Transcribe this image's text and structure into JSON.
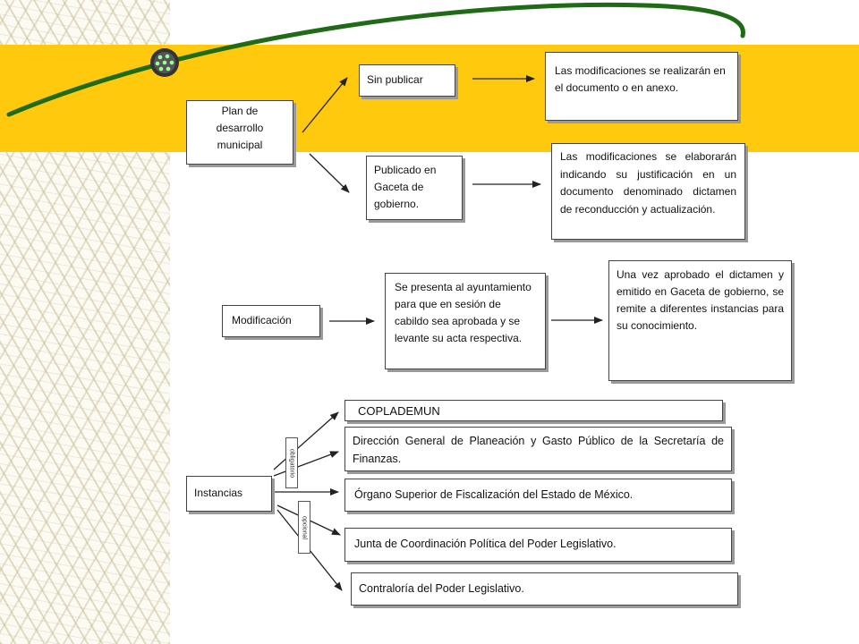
{
  "colors": {
    "band": "#ffc90e",
    "swoosh": "#1f6b16",
    "line": "#222222"
  },
  "icons": {
    "logo": "green-dots-circle-icon"
  },
  "boxes": {
    "plan": "Plan de desarrollo municipal",
    "sin_publicar": "Sin publicar",
    "sin_publicar_result": "Las modificaciones se realizarán en el documento o en anexo.",
    "publicado": "Publicado en Gaceta de gobierno.",
    "publicado_result": "Las modificaciones se elaborarán indicando su justificación en un documento denominado dictamen de reconducción y actualización.",
    "modificacion": "Modificación",
    "presenta": "Se presenta al ayuntamiento para que en sesión de cabildo sea aprobada y se levante su acta respectiva.",
    "aprobado": "Una vez aprobado el dictamen y emitido en Gaceta de gobierno, se remite a diferentes instancias para su conocimiento.",
    "instancias": "Instancias",
    "copladem": "COPLADEMUN",
    "direccion": "Dirección General de Planeación y Gasto Público de la Secretaría de Finanzas.",
    "organo": "Órgano Superior de Fiscalización del Estado de México.",
    "junta": "Junta de Coordinación Política del Poder Legislativo.",
    "contraloria": "Contraloría del Poder Legislativo."
  },
  "labels": {
    "obligatorio": "obligatorio",
    "opcional": "opcional"
  }
}
